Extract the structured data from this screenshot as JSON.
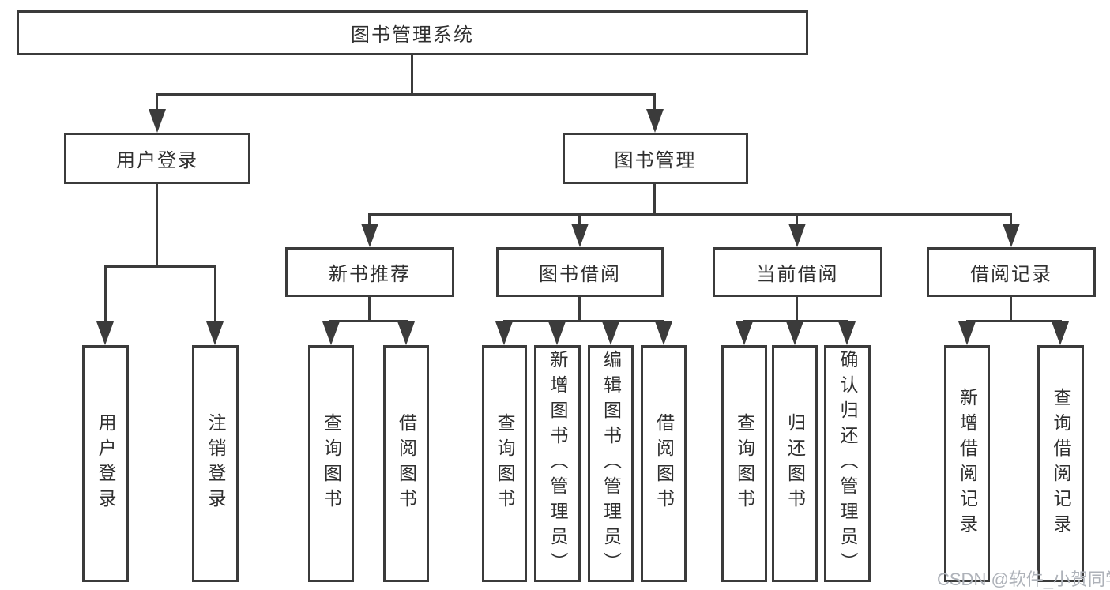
{
  "diagram_type": "tree",
  "tree": {
    "label": "图书管理系统",
    "children": [
      {
        "label": "用户登录",
        "children": [
          {
            "label": "用户登录"
          },
          {
            "label": "注销登录"
          }
        ]
      },
      {
        "label": "图书管理",
        "children": [
          {
            "label": "新书推荐",
            "children": [
              {
                "label": "查询图书"
              },
              {
                "label": "借阅图书"
              }
            ]
          },
          {
            "label": "图书借阅",
            "children": [
              {
                "label": "查询图书"
              },
              {
                "label": "新增图书（管理员）"
              },
              {
                "label": "编辑图书（管理员）"
              },
              {
                "label": "借阅图书"
              }
            ]
          },
          {
            "label": "当前借阅",
            "children": [
              {
                "label": "查询图书"
              },
              {
                "label": "归还图书"
              },
              {
                "label": "确认归还（管理员）"
              }
            ]
          },
          {
            "label": "借阅记录",
            "children": [
              {
                "label": "新增借阅记录"
              },
              {
                "label": "查询借阅记录"
              }
            ]
          }
        ]
      }
    ]
  },
  "watermark": {
    "text": "CSDN @软件_小贺同学"
  },
  "colors": {
    "line": "#3b3b3b",
    "text": "#2f2f2f",
    "background": "#ffffff",
    "watermark": "#aeb2b9"
  }
}
